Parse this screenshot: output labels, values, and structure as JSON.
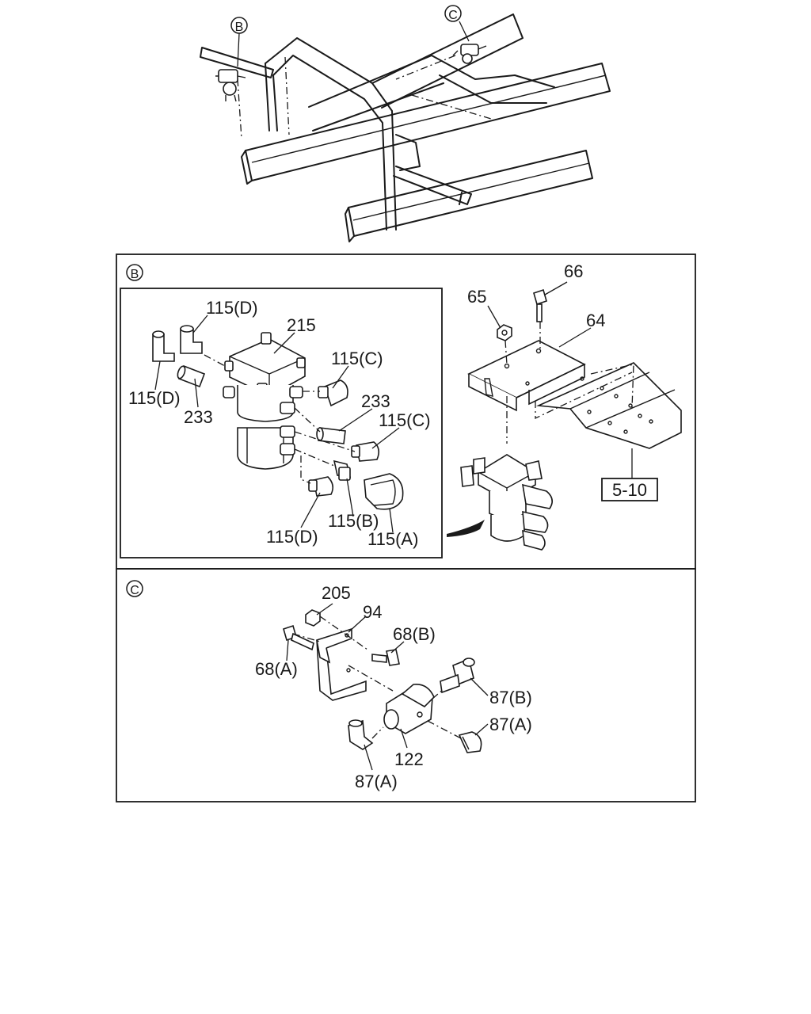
{
  "overview": {
    "callout_b": "B",
    "callout_c": "C"
  },
  "section_b": {
    "marker": "B",
    "labels": {
      "l115d_top": "115(D)",
      "l215": "215",
      "l115c_top": "115(C)",
      "l115d_left": "115(D)",
      "l233_left": "233",
      "l233_right": "233",
      "l115c_right": "115(C)",
      "l115b": "115(B)",
      "l115d_bottom": "115(D)",
      "l115a": "115(A)",
      "l66": "66",
      "l65": "65",
      "l64": "64",
      "ref_box": "5-10"
    }
  },
  "section_c": {
    "marker": "C",
    "labels": {
      "l205": "205",
      "l94": "94",
      "l68b": "68(B)",
      "l68a": "68(A)",
      "l87b": "87(B)",
      "l87a_right": "87(A)",
      "l122": "122",
      "l87a_bottom": "87(A)"
    }
  }
}
